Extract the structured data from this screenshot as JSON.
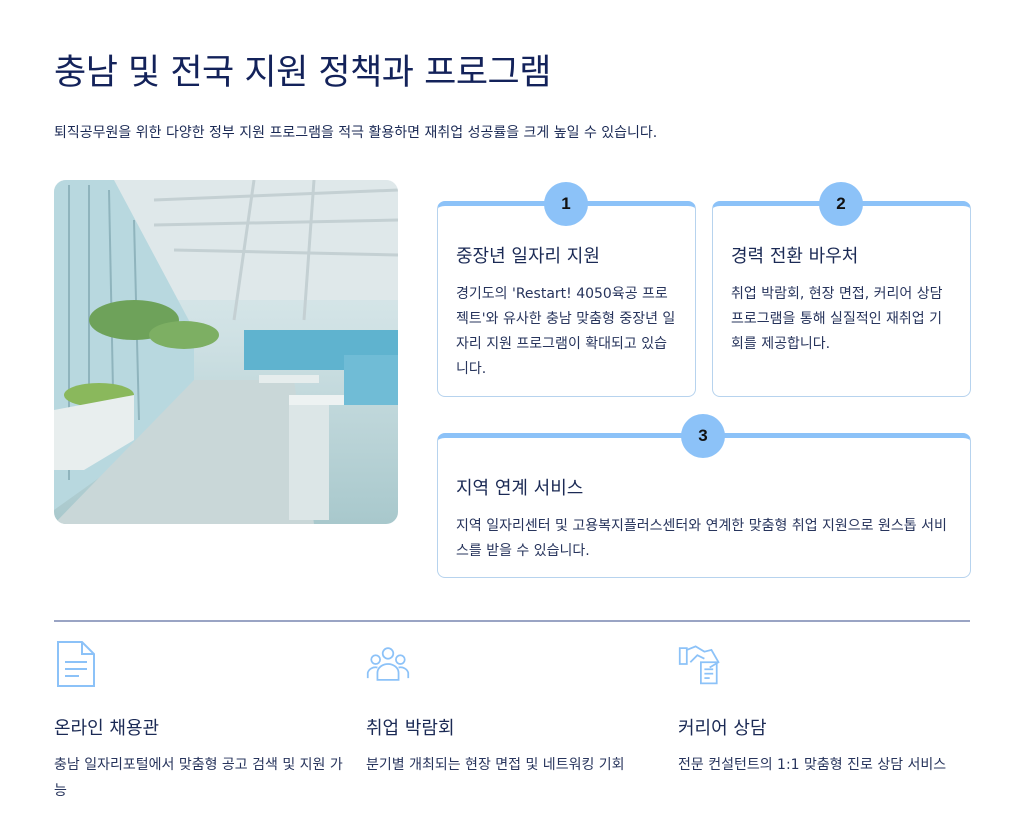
{
  "header": {
    "title": "충남 및 전국 지원 정책과 프로그램",
    "subtitle": "퇴직공무원을 위한 다양한 정부 지원 프로그램을 적극 활용하면 재취업 성공률을 크게 높일 수 있습니다."
  },
  "cards": [
    {
      "number": "1",
      "title": "중장년 일자리 지원",
      "desc": "경기도의 'Restart! 4050육공 프로젝트'와 유사한 충남 맞춤형 중장년 일자리 지원 프로그램이 확대되고 있습니다."
    },
    {
      "number": "2",
      "title": "경력 전환 바우처",
      "desc": "취업 박람회, 현장 면접, 커리어 상담 프로그램을 통해 실질적인 재취업 기회를 제공합니다."
    },
    {
      "number": "3",
      "title": "지역 연계 서비스",
      "desc": "지역 일자리센터 및 고용복지플러스센터와 연계한 맞춤형 취업 지원으로 원스톱 서비스를 받을 수 있습니다."
    }
  ],
  "features": [
    {
      "icon": "document-icon",
      "title": "온라인 채용관",
      "desc": "충남 일자리포털에서 맞춤형 공고 검색 및 지원 가능"
    },
    {
      "icon": "people-icon",
      "title": "취업 박람회",
      "desc": "분기별 개최되는 현장 면접 및 네트워킹 기회"
    },
    {
      "icon": "handshake-icon",
      "title": "커리어 상담",
      "desc": "전문 컨설턴트의 1:1 맞춤형 진로 상담 서비스"
    }
  ],
  "colors": {
    "accent": "#8cc2f8",
    "title": "#13225a"
  }
}
